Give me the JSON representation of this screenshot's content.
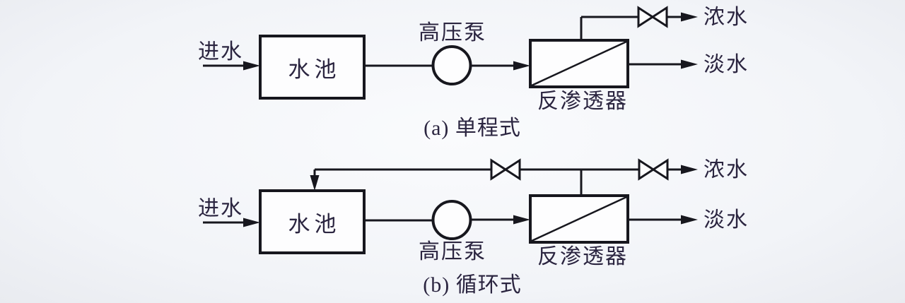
{
  "figure": {
    "type": "process-flow-diagram",
    "subject": "reverse osmosis water treatment configurations"
  },
  "colors": {
    "line": "#17171e",
    "text": "#2b2540",
    "background_center": "#fafbfd",
    "background_edge": "#e9ebf0"
  },
  "diagram_a": {
    "caption": "(a) 单程式",
    "feed_label": "进水",
    "tank_label": "水池",
    "pump_label": "高压泵",
    "ro_label": "反渗透器",
    "concentrate_label": "浓水",
    "permeate_label": "淡水"
  },
  "diagram_b": {
    "caption": "(b) 循环式",
    "feed_label": "进水",
    "tank_label": "水池",
    "pump_label": "高压泵",
    "ro_label": "反渗透器",
    "concentrate_label": "浓水",
    "permeate_label": "淡水"
  }
}
